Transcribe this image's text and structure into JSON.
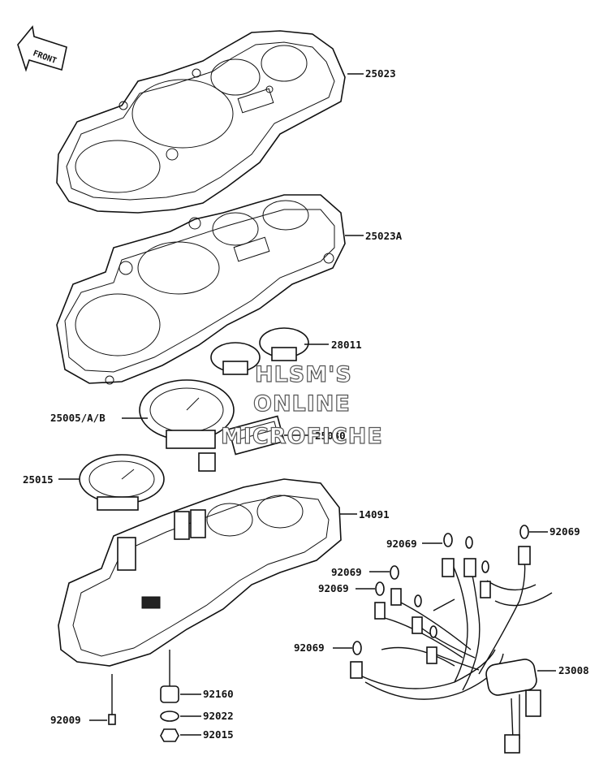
{
  "front_arrow": {
    "text": "FRONT"
  },
  "watermark": {
    "line1": "HLSM'S",
    "line2": "ONLINE",
    "line3": "MICROFICHE"
  },
  "parts": [
    {
      "id": "p25023",
      "label": "25023"
    },
    {
      "id": "p25023a",
      "label": "25023A"
    },
    {
      "id": "p28011",
      "label": "28011"
    },
    {
      "id": "p25005",
      "label": "25005/A/B"
    },
    {
      "id": "p25030",
      "label": "25030"
    },
    {
      "id": "p25015",
      "label": "25015"
    },
    {
      "id": "p14091",
      "label": "14091"
    },
    {
      "id": "p92069a",
      "label": "92069"
    },
    {
      "id": "p92069b",
      "label": "92069"
    },
    {
      "id": "p92069c",
      "label": "92069"
    },
    {
      "id": "p92069d",
      "label": "92069"
    },
    {
      "id": "p92069e",
      "label": "92069"
    },
    {
      "id": "p23008",
      "label": "23008"
    },
    {
      "id": "p92160",
      "label": "92160"
    },
    {
      "id": "p92022",
      "label": "92022"
    },
    {
      "id": "p92015",
      "label": "92015"
    },
    {
      "id": "p92009",
      "label": "92009"
    }
  ]
}
